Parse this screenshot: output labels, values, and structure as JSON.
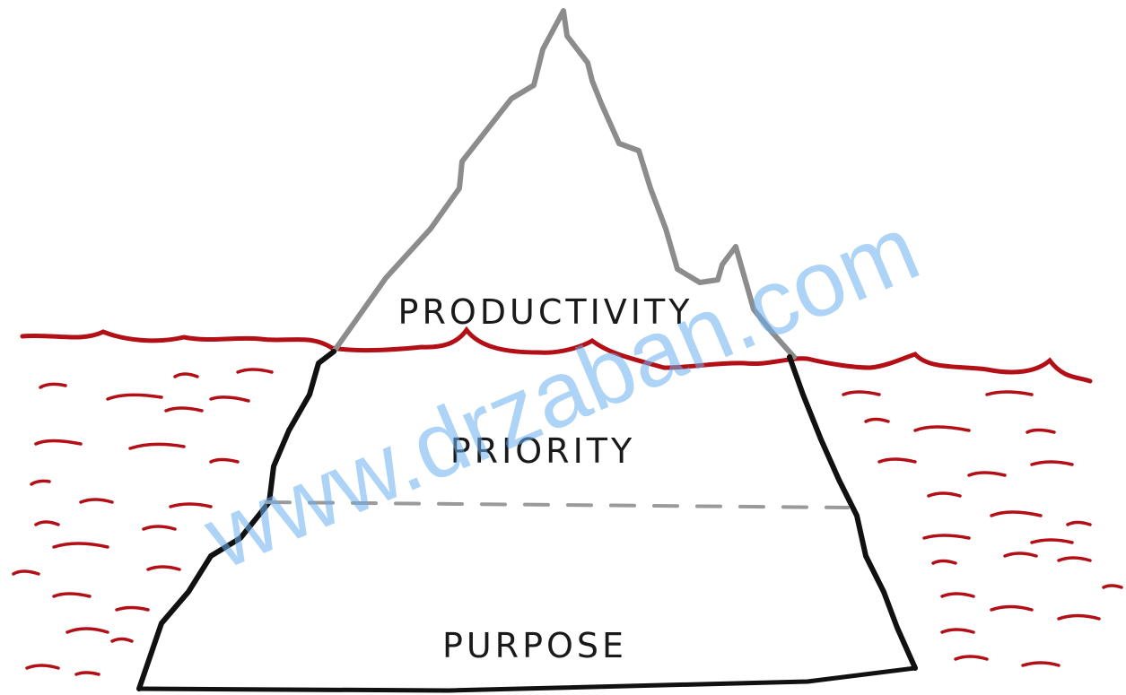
{
  "diagram": {
    "layers": [
      {
        "id": "top",
        "label": "PRODUCTIVITY"
      },
      {
        "id": "middle",
        "label": "PRIORITY"
      },
      {
        "id": "bottom",
        "label": "PURPOSE"
      }
    ],
    "watermark": "www.drzaban.com",
    "colors": {
      "water": "#b30f16",
      "iceberg_above": "#8c8c8c",
      "iceberg_below": "#111111",
      "divider": "#9a9a9a",
      "watermark": "#6aaef0"
    }
  }
}
